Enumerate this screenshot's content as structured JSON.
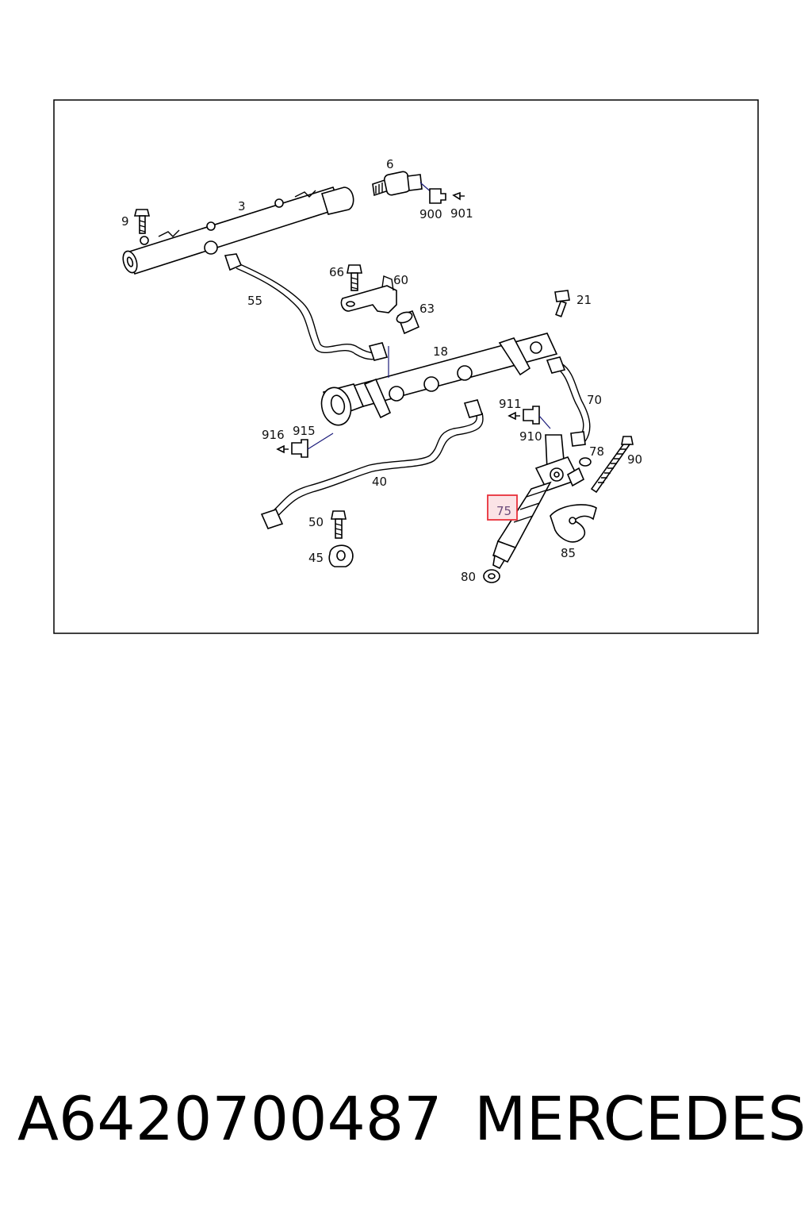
{
  "callouts": {
    "c3": "3",
    "c6": "6",
    "c9": "9",
    "c900": "900",
    "c901": "901",
    "c66": "66",
    "c60": "60",
    "c55": "55",
    "c63": "63",
    "c21": "21",
    "c18": "18",
    "c911": "911",
    "c70": "70",
    "c916": "916",
    "c915": "915",
    "c910": "910",
    "c78": "78",
    "c90": "90",
    "c40": "40",
    "c75": "75",
    "c50": "50",
    "c45": "45",
    "c85": "85",
    "c80": "80"
  },
  "highlight": {
    "part": "75",
    "color": "#e8303a",
    "fill": "#fbe3e6"
  },
  "footer": {
    "part_number": "A6420700487",
    "brand": "MERCEDES"
  }
}
